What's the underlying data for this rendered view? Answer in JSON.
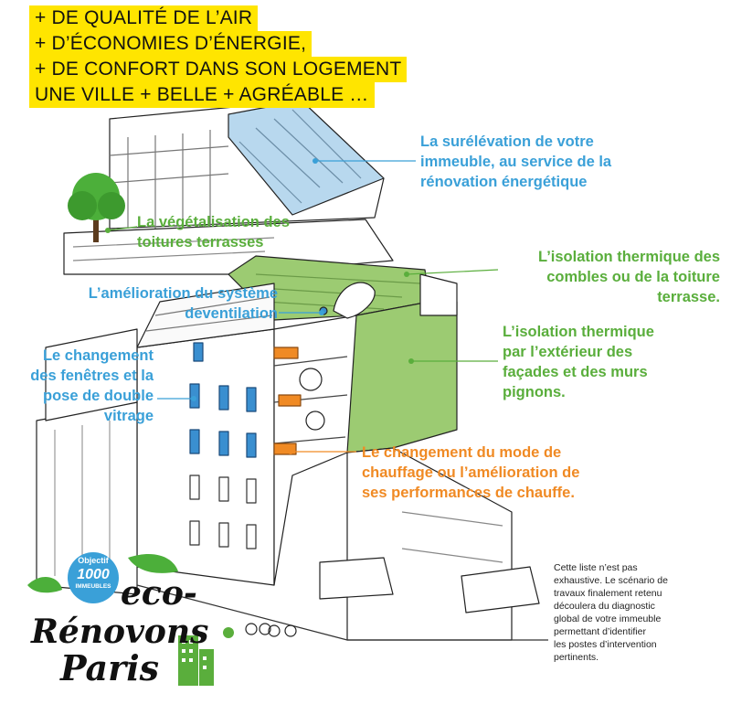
{
  "headline": [
    "+ DE  QUALITÉ DE L’AIR",
    "+ D’ÉCONOMIES D’ÉNERGIE,",
    "+ DE CONFORT DANS SON LOGEMENT",
    "UNE VILLE + BELLE + AGRÉABLE …"
  ],
  "labels": {
    "surelevation": [
      "La surélévation de votre",
      "immeuble, au service de la",
      "rénovation énergétique"
    ],
    "vegetalisation": [
      "La végétalisation des",
      "toitures terrasses"
    ],
    "isolation_combles": [
      "L’isolation thermique des",
      "combles ou de la toiture",
      "terrasse."
    ],
    "ventilation": [
      "L’amélioration du système",
      "deventilation"
    ],
    "isolation_facades": [
      "L’isolation thermique",
      "par l’extérieur des",
      "façades et des murs",
      "pignons."
    ],
    "fenetres": [
      "Le changement",
      "des fenêtres et la",
      "pose de double",
      "vitrage"
    ],
    "chauffage": [
      "Le changement du mode de",
      "chauffage ou l’amélioration de",
      "ses performances de chauffe."
    ]
  },
  "note": [
    "Cette liste n’est pas",
    "exhaustive. Le scénario de",
    "travaux finalement retenu",
    "découlera du diagnostic",
    "global de votre immeuble",
    "permettant d’identifier",
    "les postes d’intervention",
    "pertinents."
  ],
  "logo": {
    "badge_line1": "Objectif",
    "badge_line2": "1000",
    "badge_line3": "IMMEUBLES",
    "word1": "eco-",
    "word2": "Rénovons",
    "word3": "Paris"
  },
  "colors": {
    "yellow": "#ffe500",
    "blue": "#3aa0d8",
    "green": "#5aae3c",
    "orange": "#f08a24",
    "roof_blue": "#b8d8ee",
    "facade_green": "#9ccb72"
  }
}
